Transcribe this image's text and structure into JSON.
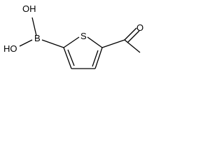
{
  "molecule": {
    "atoms": {
      "oh_top": "OH",
      "oh_bottom": "HO",
      "boron": "B",
      "sulfur": "S",
      "oxygen": "O"
    }
  }
}
